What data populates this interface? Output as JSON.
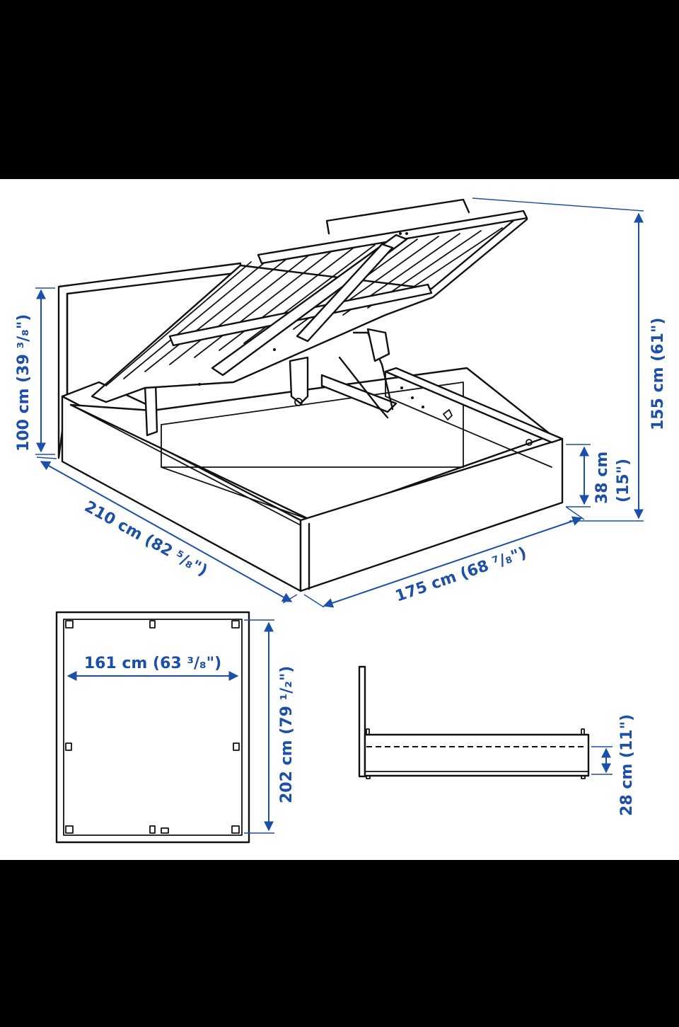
{
  "colors": {
    "dimension": "#1b4fa8",
    "outline": "#111111",
    "background": "#ffffff",
    "letterbox": "#000000"
  },
  "dimensions": {
    "headboard_height": "100 cm (39 ³/₈\")",
    "total_height": "155 cm (61\")",
    "side_height_cm": "38 cm",
    "side_height_in": "(15\")",
    "length": "210 cm (82 ⁵/₈\")",
    "width": "175 cm (68 ⁷/₈\")",
    "mattress_width": "161 cm (63 ³/₈\")",
    "mattress_length": "202 cm (79 ¹/₂\")",
    "storage_depth": "28 cm (11\")"
  }
}
